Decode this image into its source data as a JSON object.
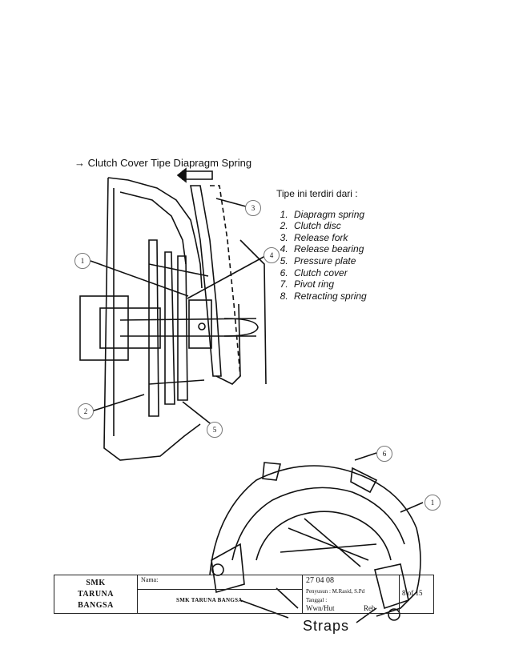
{
  "heading": {
    "arrow": "→",
    "text": "Clutch Cover Tipe Diapragm Spring"
  },
  "parts": {
    "intro": "Tipe ini terdiri dari :",
    "items": [
      "Diapragm spring",
      "Clutch disc",
      "Release fork",
      "Release bearing",
      "Pressure plate",
      "Clutch cover",
      "Pivot ring",
      "Retracting spring"
    ]
  },
  "callouts": [
    "1",
    "2",
    "3",
    "4",
    "5",
    "6",
    "1"
  ],
  "figure_label": "Straps",
  "footer": {
    "school_line1": "SMK",
    "school_line2": "TARUNA",
    "school_line3": "BANGSA",
    "name_label": "Nama:",
    "name_value": "SMK TARUNA BANGSA",
    "date": "27 04 08",
    "author": "Penyusun : M.Rasid, S.Pd",
    "tanggal_label": "Tanggal :",
    "reviewer": "Wwn/Hut",
    "revision": "Reb",
    "page": "8 of 15"
  }
}
